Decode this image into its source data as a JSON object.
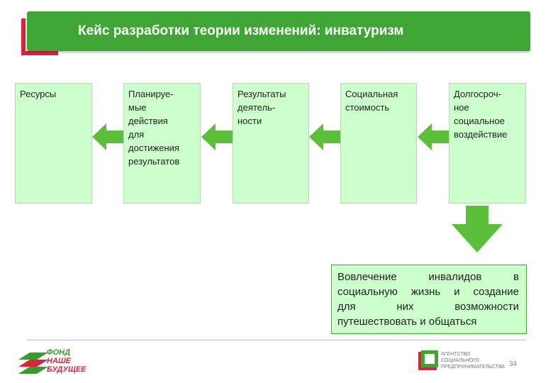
{
  "header": {
    "title": "Кейс разработки теории изменений: инватуризм",
    "colors": {
      "bar": "#3fa534",
      "accent_red": "#d9243c",
      "accent_green": "#5bbf3a"
    }
  },
  "chain": {
    "boxes": [
      {
        "label": "Ресурсы"
      },
      {
        "label": "Планируе-\nмые\nдействия\nдля\nдостижения\nрезультатов"
      },
      {
        "label": "Результаты\nдеятель-\nности"
      },
      {
        "label": "Социальная\nстоимость"
      },
      {
        "label": "Долгосроч-\nное\nсоциальное\nвоздействие"
      }
    ],
    "box_color": "#ccffcc",
    "arrow_color": "#5bbf3a",
    "arrow_direction": "left"
  },
  "outcome": {
    "lines": [
      "Вовлечение инвалидов в",
      "социальную жизнь и создание",
      "для них возможности",
      "путешествовать и общаться"
    ]
  },
  "footer": {
    "fond_logo": {
      "lines": [
        "ФОНД",
        "НАШЕ",
        "БУДУЩЕЕ"
      ]
    },
    "agency_logo": {
      "lines": [
        "АГЕНТСТВО",
        "СОЦИАЛЬНОГО",
        "ПРЕДПРИНИМАТЕЛЬСТВА"
      ]
    },
    "page_number": "34"
  }
}
